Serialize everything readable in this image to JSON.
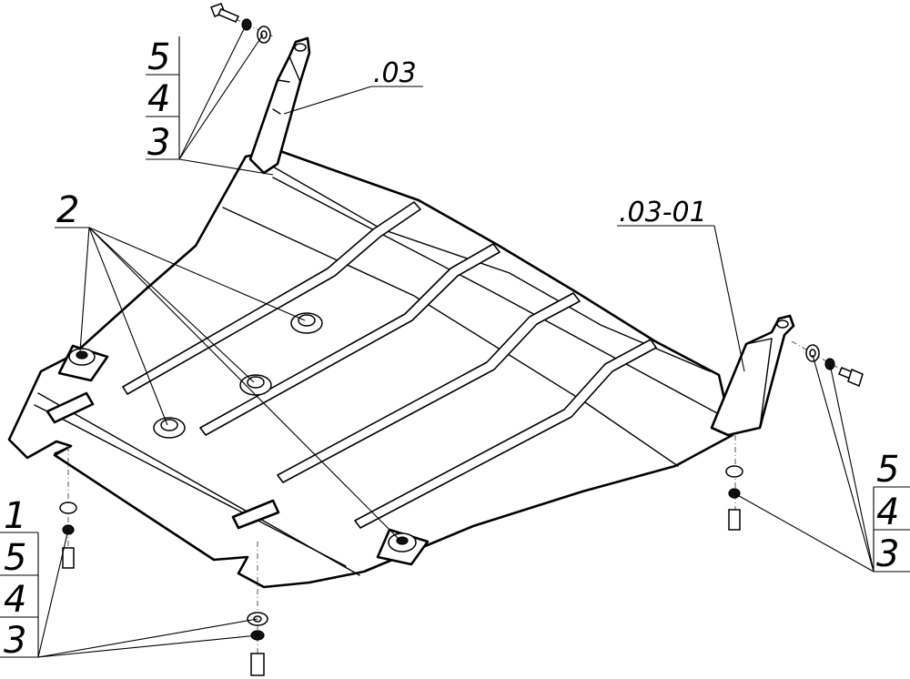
{
  "callouts": {
    "top_stack": [
      "5",
      "4",
      "3"
    ],
    "bracket_left": ".03",
    "bracket_right": ".03-01",
    "bushings": "2",
    "left_stack": [
      "1",
      "5",
      "4",
      "3"
    ],
    "right_stack": [
      "5",
      "4",
      "3"
    ]
  }
}
